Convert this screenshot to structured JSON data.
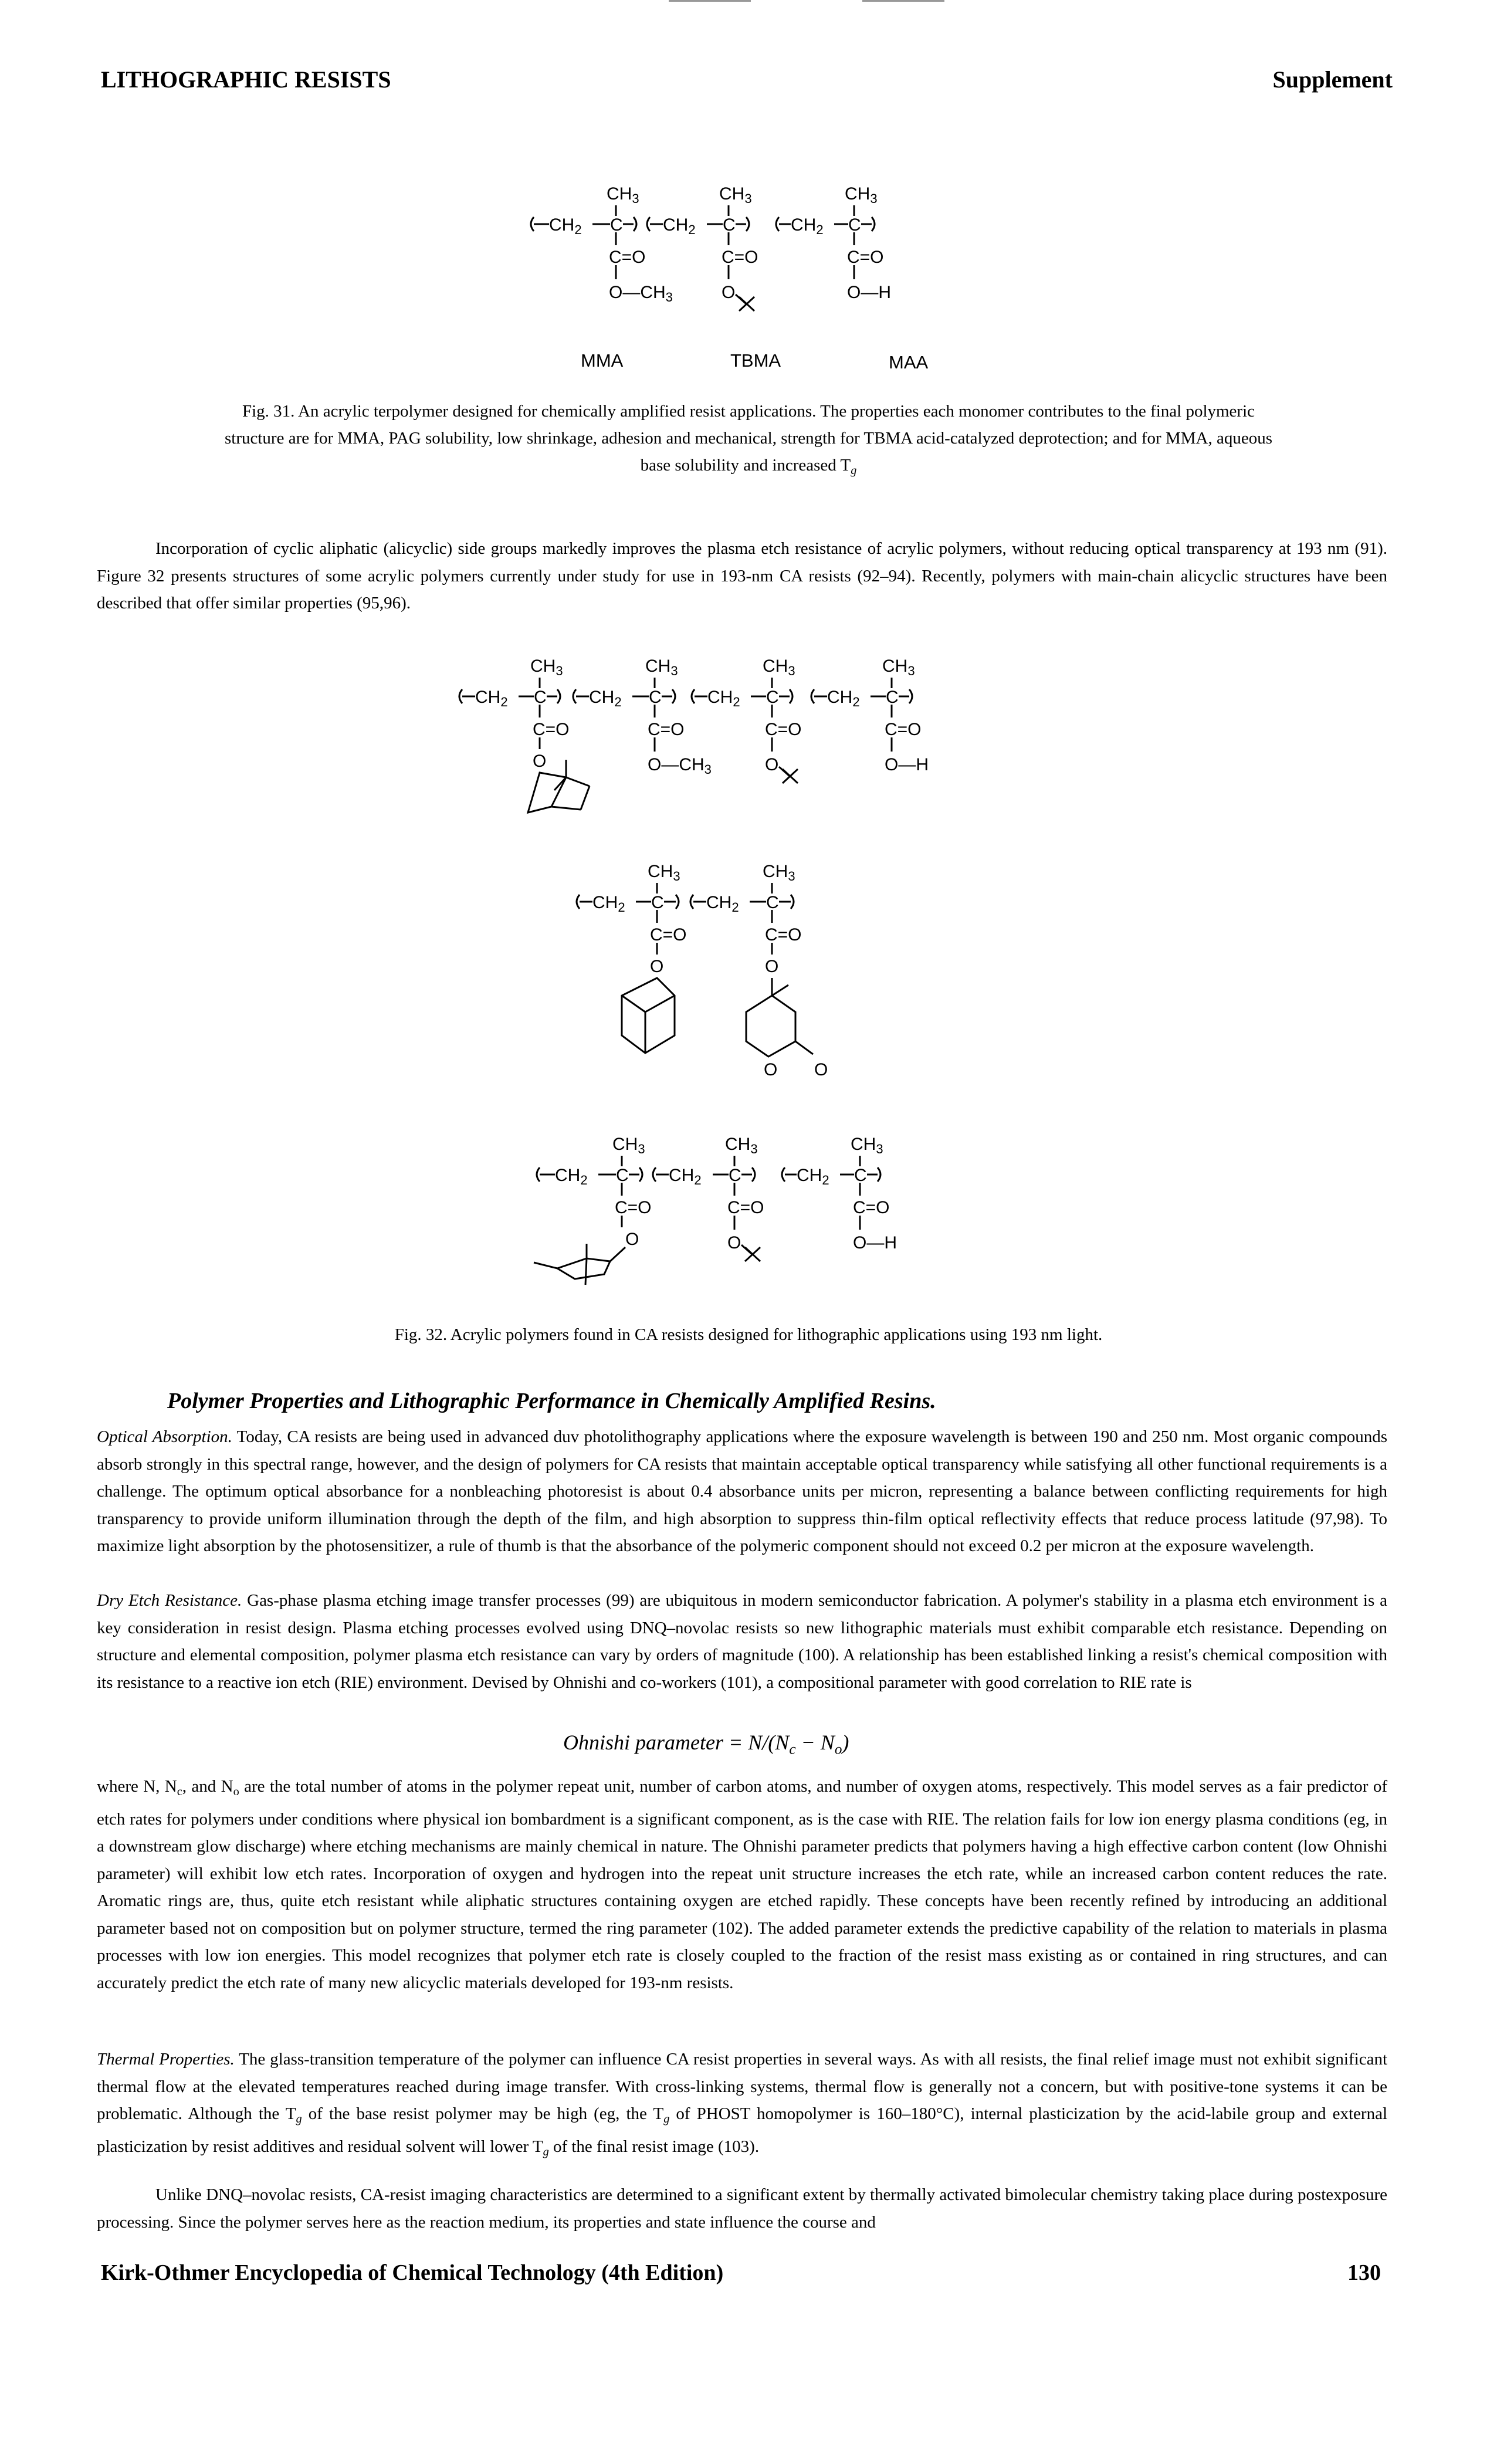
{
  "header": {
    "left": "LITHOGRAPHIC RESISTS",
    "right": "Supplement"
  },
  "fig31": {
    "labels": [
      "MMA",
      "TBMA",
      "MAA"
    ],
    "caption_line1": "Fig. 31. An acrylic terpolymer designed for chemically amplified resist applications. The properties each monomer contributes to the final polymeric",
    "caption_line2": "structure are for MMA, PAG solubility, low shrinkage, adhesion and mechanical, strength for TBMA acid-catalyzed deprotection; and for MMA, aqueous",
    "caption_line3": "base solubility and increased T",
    "caption_sub": "g"
  },
  "para1": "Incorporation of cyclic aliphatic (alicyclic) side groups markedly improves the plasma etch resistance of acrylic polymers, without reducing optical transparency at 193 nm (91). Figure 32 presents structures of some acrylic polymers currently under study for use in 193-nm CA resists (92–94). Recently, polymers with main-chain alicyclic structures have been described that offer similar properties (95,96).",
  "fig32": {
    "caption": "Fig. 32. Acrylic polymers found in CA resists designed for lithographic applications using 193 nm light."
  },
  "chem": {
    "ch3": "CH3",
    "ch2": "CH2",
    "c": "C",
    "o": "O",
    "co": "C=O",
    "och3": "O—CH3",
    "oh": "O—H"
  },
  "section_title": "Polymer Properties and Lithographic Performance in Chemically Amplified Resins.",
  "optical": {
    "runin": "Optical Absorption.",
    "text": " Today, CA resists are being used in advanced duv photolithography applications where the exposure wavelength is between 190 and 250 nm. Most organic compounds absorb strongly in this spectral range, however, and the design of polymers for CA resists that maintain acceptable optical transparency while satisfying all other functional requirements is a challenge. The optimum optical absorbance for a nonbleaching photoresist is about 0.4 absorbance units per micron, representing a balance between conflicting requirements for high transparency to provide uniform illumination through the depth of the film, and high absorption to suppress thin-film optical reflectivity effects that reduce process latitude (97,98). To maximize light absorption by the photosensitizer, a rule of thumb is that the absorbance of the polymeric component should not exceed 0.2 per micron at the exposure wavelength."
  },
  "dry": {
    "runin": "Dry Etch Resistance.",
    "text": " Gas-phase plasma etching image transfer processes (99) are ubiquitous in modern semiconductor fabrication. A polymer's stability in a plasma etch environment is a key consideration in resist design. Plasma etching processes evolved using DNQ–novolac resists so new lithographic materials must exhibit comparable etch resistance. Depending on structure and elemental composition, polymer plasma etch resistance can vary by orders of magnitude (100). A relationship has been established linking a resist's chemical composition with its resistance to a reactive ion etch (RIE) environment. Devised by Ohnishi and co-workers (101), a compositional parameter with good correlation to RIE rate is"
  },
  "formula": {
    "lhs": "Ohnishi parameter",
    "eq": " = N/(N",
    "sub_c": "c",
    "minus": " − N",
    "sub_o": "o",
    "close": ")"
  },
  "where": {
    "p1": "where N, N",
    "c": "c",
    "p2": ", and N",
    "o": "o",
    "p3": " are the total number of atoms in the polymer repeat unit, number of carbon atoms, and number of oxygen atoms, respectively. This model serves as a fair predictor of etch rates for polymers under conditions where physical ion bombardment is a significant component, as is the case with RIE. The relation fails for low ion energy plasma conditions (eg, in a downstream glow discharge) where etching mechanisms are mainly chemical in nature. The Ohnishi parameter predicts that polymers having a high effective carbon content (low Ohnishi parameter) will exhibit low etch rates. Incorporation of oxygen and hydrogen into the repeat unit structure increases the etch rate, while an increased carbon content reduces the rate. Aromatic rings are, thus, quite etch resistant while aliphatic structures containing oxygen are etched rapidly. These concepts have been recently refined by introducing an additional parameter based not on composition but on polymer structure, termed the ring parameter (102). The added parameter extends the predictive capability of the relation to materials in plasma processes with low ion energies. This model recognizes that polymer etch rate is closely coupled to the fraction of the resist mass existing as or contained in ring structures, and can accurately predict the etch rate of many new alicyclic materials developed for 193-nm resists."
  },
  "thermal": {
    "runin": "Thermal Properties.",
    "t1": " The glass-transition temperature of the polymer can influence CA resist properties in several ways. As with all resists, the final relief image must not exhibit significant thermal flow at the elevated temperatures reached during image transfer. With cross-linking systems, thermal flow is generally not a concern, but with positive-tone systems it can be problematic. Although the T",
    "g1": "g",
    "t2": " of the base resist polymer may be high (eg, the T",
    "g2": "g",
    "t3": " of PHOST homopolymer is 160–180°C), internal plasticization by the acid-labile group and external plasticization by resist additives and residual solvent will lower T",
    "g3": "g",
    "t4": " of the final resist image (103)."
  },
  "last_para": "Unlike DNQ–novolac resists, CA-resist imaging characteristics are determined to a significant extent by thermally activated bimolecular chemistry taking place during postexposure processing. Since the polymer serves here as the reaction medium, its properties and state influence the course and",
  "footer": {
    "left": "Kirk-Othmer Encyclopedia of Chemical Technology (4th Edition)",
    "right": "130"
  }
}
